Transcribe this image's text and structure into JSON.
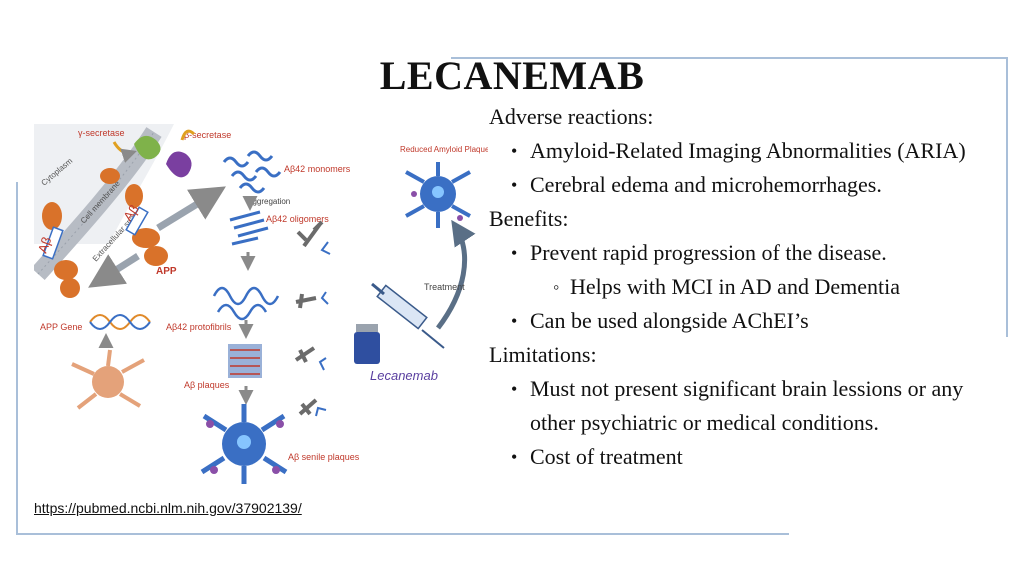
{
  "title": "LECANEMAB",
  "figure": {
    "labels": {
      "gamma_secretase": "γ-secretase",
      "beta_secretase": "β-secretase",
      "cytoplasm": "Cytoplasm",
      "cell_membrane": "Cell membrane",
      "extracellular_space": "Extracellular space",
      "abeta": "Aβ",
      "app": "APP",
      "app_gene": "APP Gene",
      "monomers": "Aβ42 monomers",
      "aggregation": "aggregation",
      "oligomers": "Aβ42 oligomers",
      "protofibrils": "Aβ42 protofibrils",
      "plaques": "Aβ plaques",
      "senile_plaques": "Aβ senile plaques",
      "reduced_plaques": "Reduced Amyloid Plaques",
      "treatment": "Treatment",
      "drug": "Lecanemab"
    }
  },
  "source_link": "https://pubmed.ncbi.nlm.nih.gov/37902139/",
  "sections": {
    "adverse": {
      "heading": "Adverse reactions:",
      "items": [
        "Amyloid-Related Imaging Abnormalities (ARIA)",
        "Cerebral edema and microhemorrhages."
      ]
    },
    "benefits": {
      "heading": "Benefits:",
      "item1": "Prevent rapid progression of the disease.",
      "sub1": "Helps with MCI in AD and Dementia",
      "item2": "Can be used alongside AChEI’s"
    },
    "limitations": {
      "heading": "Limitations:",
      "items": [
        "Must not present significant brain lessions or any other psychiatric or medical conditions.",
        "Cost of treatment"
      ]
    }
  },
  "colors": {
    "frame": "#a9bfd9",
    "label_red": "#c0392b",
    "neuron_blue": "#3a6fc4",
    "protein_orange": "#d9722a"
  }
}
